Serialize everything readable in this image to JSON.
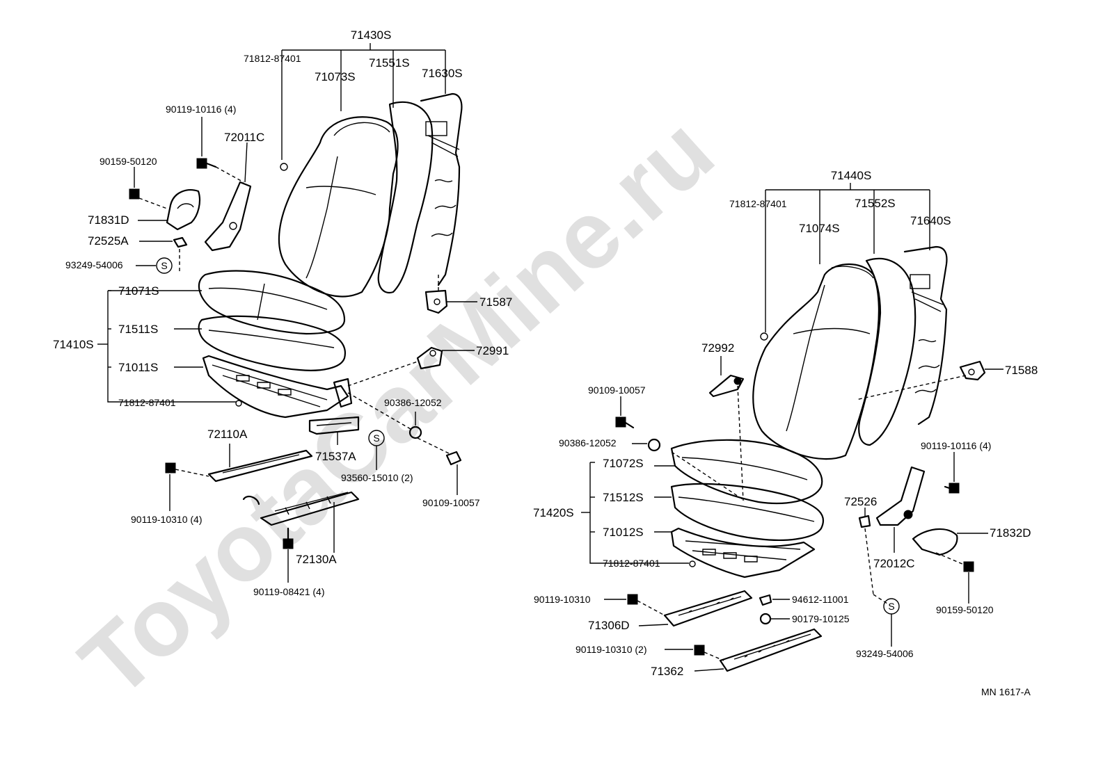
{
  "watermark": "ToyotaCarMine.ru",
  "drawing_code": "MN  1617-A",
  "left_assembly": {
    "group_label": "71430S",
    "top_labels": [
      "71812-87401",
      "71073S",
      "71551S",
      "71630S"
    ],
    "cushion_group_label": "71410S",
    "cushion_parts": [
      "71071S",
      "71511S",
      "71011S",
      "71812-87401"
    ],
    "parts": {
      "p1": "90119-10116 (4)",
      "p2": "72011C",
      "p3": "90159-50120",
      "p4": "71831D",
      "p5": "72525A",
      "p6": "93249-54006",
      "p7": "71587",
      "p8": "72991",
      "p9": "90386-12052",
      "p10": "72110A",
      "p11": "71537A",
      "p12": "90119-10310 (4)",
      "p13": "93560-15010 (2)",
      "p14": "90109-10057",
      "p15": "72130A",
      "p16": "90119-08421 (4)"
    }
  },
  "right_assembly": {
    "group_label": "71440S",
    "top_labels": [
      "71812-87401",
      "71074S",
      "71552S",
      "71640S"
    ],
    "cushion_group_label": "71420S",
    "cushion_parts": [
      "71072S",
      "71512S",
      "71012S",
      "71812-87401"
    ],
    "parts": {
      "p1": "72992",
      "p2": "71588",
      "p3": "90109-10057",
      "p4": "90386-12052",
      "p5": "90119-10116 (4)",
      "p6": "72526",
      "p7": "71832D",
      "p8": "72012C",
      "p9": "90159-50120",
      "p10": "90119-10310",
      "p11": "94612-11001",
      "p12": "90179-10125",
      "p13": "71306D",
      "p14": "90119-10310 (2)",
      "p15": "93249-54006",
      "p16": "71362"
    }
  },
  "symbols": {
    "s_mark": "S"
  }
}
